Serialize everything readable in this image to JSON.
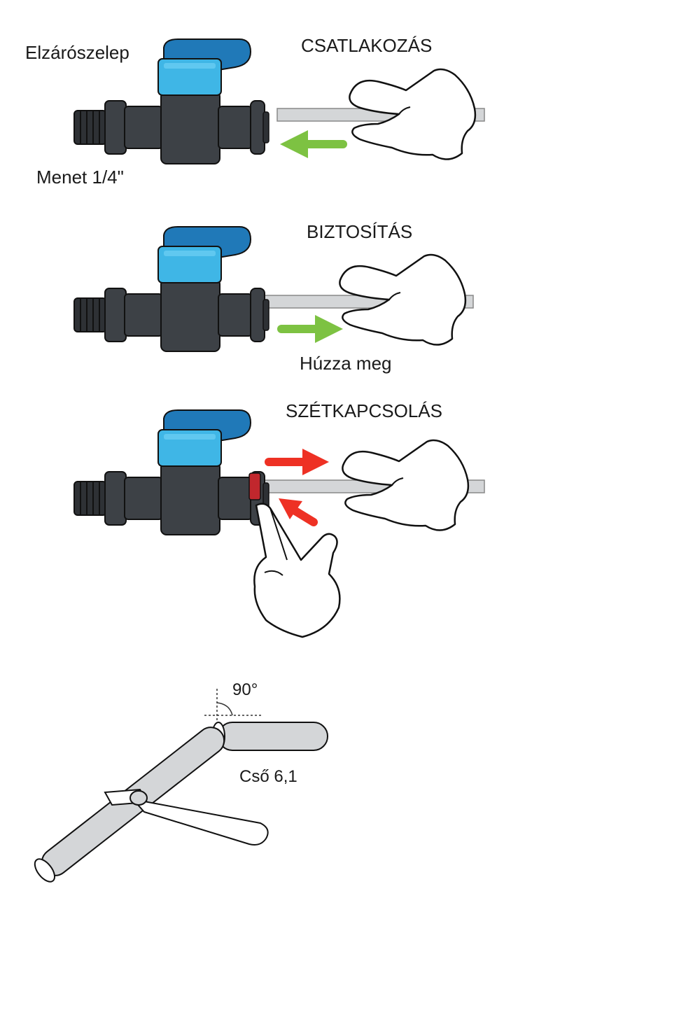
{
  "labels": {
    "valve": "Elzárószelep",
    "thread": "Menet 1/4\"",
    "connect": "CSATLAKOZÁS",
    "secure": "BIZTOSÍTÁS",
    "pull": "Húzza meg",
    "disconnect": "SZÉTKAPCSOLÁS",
    "angle": "90°",
    "tube": "Cső 6,1"
  },
  "colors": {
    "valve_body": "#3d4146",
    "handle_blue": "#3fb6e6",
    "handle_dark": "#2079b8",
    "tube": "#d4d6d8",
    "arrow_green": "#7dc242",
    "arrow_red": "#ee3124",
    "collet_red": "#c1272d"
  },
  "icons": [
    "shutoff-valve-icon",
    "hand-icon",
    "pipe-cutter-icon",
    "tube-icon"
  ]
}
